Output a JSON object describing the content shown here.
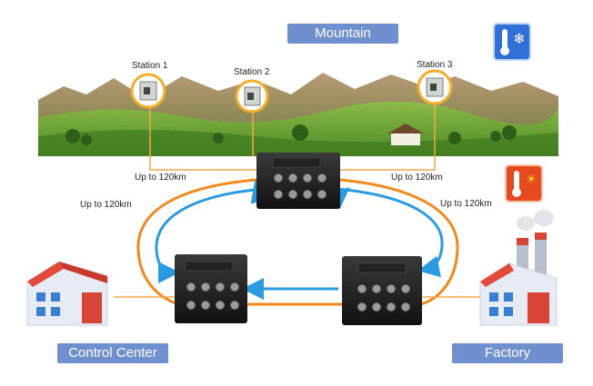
{
  "region_label": "Mountain",
  "stations": [
    {
      "label": "Station 1"
    },
    {
      "label": "Station 2"
    },
    {
      "label": "Station 3"
    }
  ],
  "distances": {
    "station1": "Up to 120km",
    "station3": "Up to 120km",
    "left_ring": "Up to 120km",
    "right_ring": "Up to 120km"
  },
  "sites": {
    "control_center": "Control Center",
    "factory": "Factory"
  },
  "icons": {
    "cold": "snowflake-thermometer-icon",
    "hot": "sun-thermometer-icon",
    "switch": "industrial-ethernet-switch-icon",
    "building": "building-icon",
    "factory": "factory-icon"
  },
  "colors": {
    "badge": "#6f8fcf",
    "ring_orange": "#f08a1c",
    "ring_blue": "#2a9be0",
    "station_ring": "#f2b02a",
    "cold_bg": "#2f6fd6",
    "hot_bg": "#e8481e"
  }
}
